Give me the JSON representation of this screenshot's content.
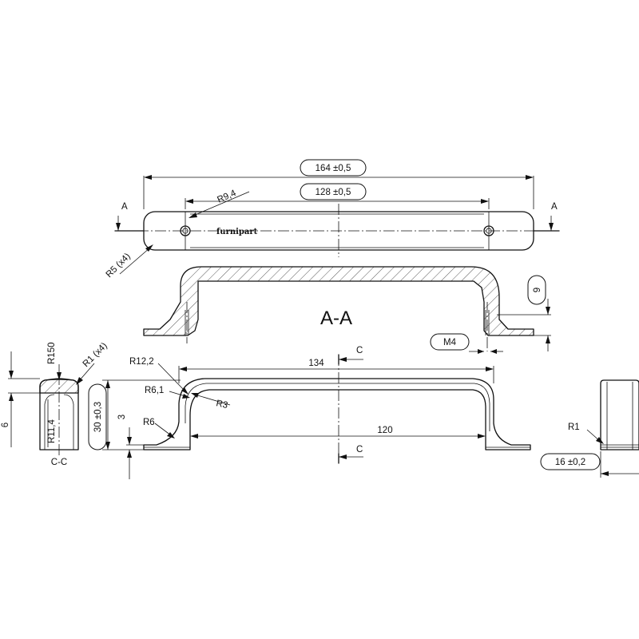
{
  "drawing": {
    "brand": "furnipart",
    "section_marker": "A",
    "section_view_label": "A-A",
    "cross_section_marker": "C",
    "cross_section_label": "C-C"
  },
  "dimensions": {
    "overall_length": "164 ±0,5",
    "hole_spacing": "128 ±0,5",
    "end_radius": "R9,4",
    "corner_radius": "R5 (x4)",
    "thread": "M4",
    "thread_depth": "9",
    "base_length": "134",
    "grip_length": "120",
    "radius_12": "R12,2",
    "radius_6_1": "R6,1",
    "radius_3": "R3",
    "radius_6": "R6",
    "height": "30 ±0,3",
    "foot_thickness": "3",
    "radius_150": "R150",
    "radius_1_x4": "R1 (x4)",
    "radius_11_4": "R11,4",
    "profile_thickness": "6",
    "radius_1": "R1",
    "width": "16 ±0,2"
  }
}
